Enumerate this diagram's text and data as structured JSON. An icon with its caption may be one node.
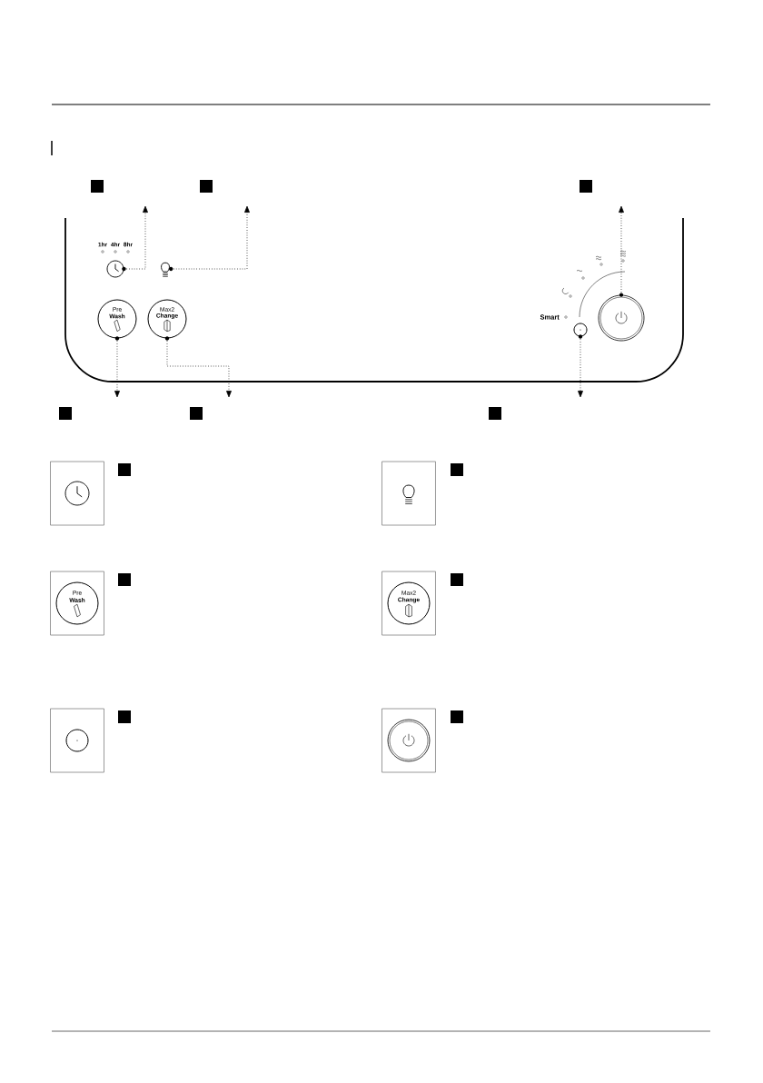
{
  "diagram": {
    "nodes": [
      {
        "text": [],
        "shape": "circle"
      },
      {
        "text": [],
        "shape": "bulb"
      },
      {
        "text": [
          "Pre",
          "Wash"
        ]
      },
      {
        "text": [
          "Max2",
          "Change"
        ]
      },
      {
        "text": [],
        "shape": "circle"
      },
      {
        "text": [],
        "shape": "circle"
      },
      {
        "text": [],
        "shape": "box"
      },
      {
        "text": [],
        "shape": "box"
      },
      {
        "text": [
          "Pre",
          "Wash"
        ]
      },
      {
        "text": [
          "Max2",
          "Change"
        ]
      },
      {
        "text": [],
        "shape": "box"
      },
      {
        "text": [],
        "shape": "box"
      }
    ],
    "edges": [
      {
        "from": 0,
        "to": null,
        "arrow": "to"
      },
      {
        "from": 1,
        "to": null,
        "arrow": "to"
      },
      {
        "from": 5,
        "to": null,
        "arrow": "to"
      },
      {
        "from": 2,
        "to": null,
        "arrow": "to"
      },
      {
        "from": 3,
        "to": null,
        "arrow": "to"
      },
      {
        "from": 4,
        "to": null,
        "arrow": "to"
      }
    ],
    "labels": [
      "1hr",
      "4hr",
      "8hr",
      "Smart"
    ]
  }
}
